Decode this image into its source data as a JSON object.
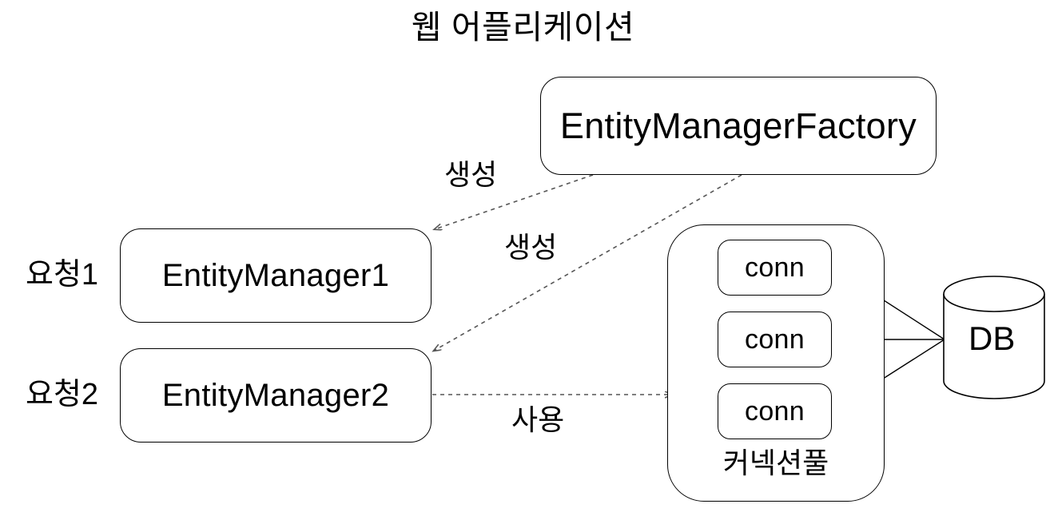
{
  "diagram": {
    "title": "웹 어플리케이션",
    "nodes": {
      "factory": {
        "label": "EntityManagerFactory"
      },
      "entity_manager_1": {
        "label": "EntityManager1"
      },
      "entity_manager_2": {
        "label": "EntityManager2"
      },
      "connection_pool": {
        "label": "커넥션풀"
      },
      "conn_1": {
        "label": "conn"
      },
      "conn_2": {
        "label": "conn"
      },
      "conn_3": {
        "label": "conn"
      },
      "database": {
        "label": "DB"
      }
    },
    "side_labels": [
      {
        "text": "요청1"
      },
      {
        "text": "요청2"
      }
    ],
    "edge_labels": [
      {
        "text": "생성"
      },
      {
        "text": "생성"
      },
      {
        "text": "사용"
      }
    ],
    "colors": {
      "stroke": "#000000",
      "background": "#ffffff",
      "dashed_stroke": "#555555",
      "text": "#000000"
    }
  }
}
